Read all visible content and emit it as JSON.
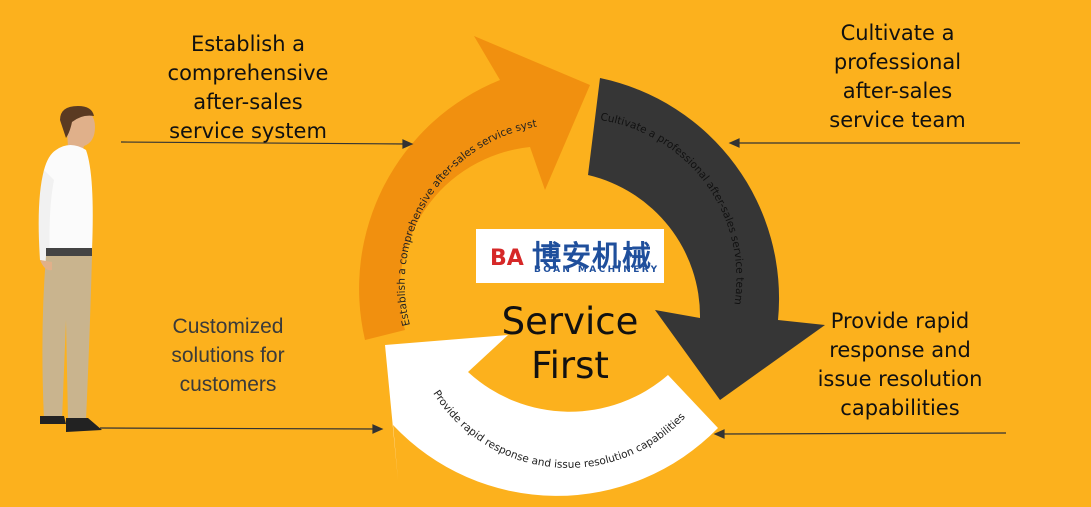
{
  "labels": {
    "top_left": [
      "Establish a",
      "comprehensive",
      "after-sales",
      "service system"
    ],
    "top_right": [
      "Cultivate a",
      "professional",
      "after-sales",
      "service team"
    ],
    "bottom_left": [
      "Customized",
      "solutions for",
      "customers"
    ],
    "bottom_right": [
      "Provide rapid",
      "response and",
      "issue resolution",
      "capabilities"
    ]
  },
  "arrows": {
    "orange": "Establish a comprehensive after-sales service system",
    "dark": "Cultivate a professional after-sales service team",
    "white": "Provide rapid response and issue resolution capabilities"
  },
  "center": {
    "line1": "Service",
    "line2": "First"
  },
  "logo": {
    "mark": "BA",
    "name_cn": "博安机械",
    "name_en": "BOAN MACHINERY"
  },
  "colors": {
    "background": "#FCB11D",
    "orange_arrow": "#F1900F",
    "dark_arrow": "#363636",
    "white_arrow": "#FFFFFF",
    "logo_blue": "#1F4F9C",
    "logo_red": "#D62828"
  },
  "icons": [
    "person-figure",
    "gear-logo-icon"
  ]
}
